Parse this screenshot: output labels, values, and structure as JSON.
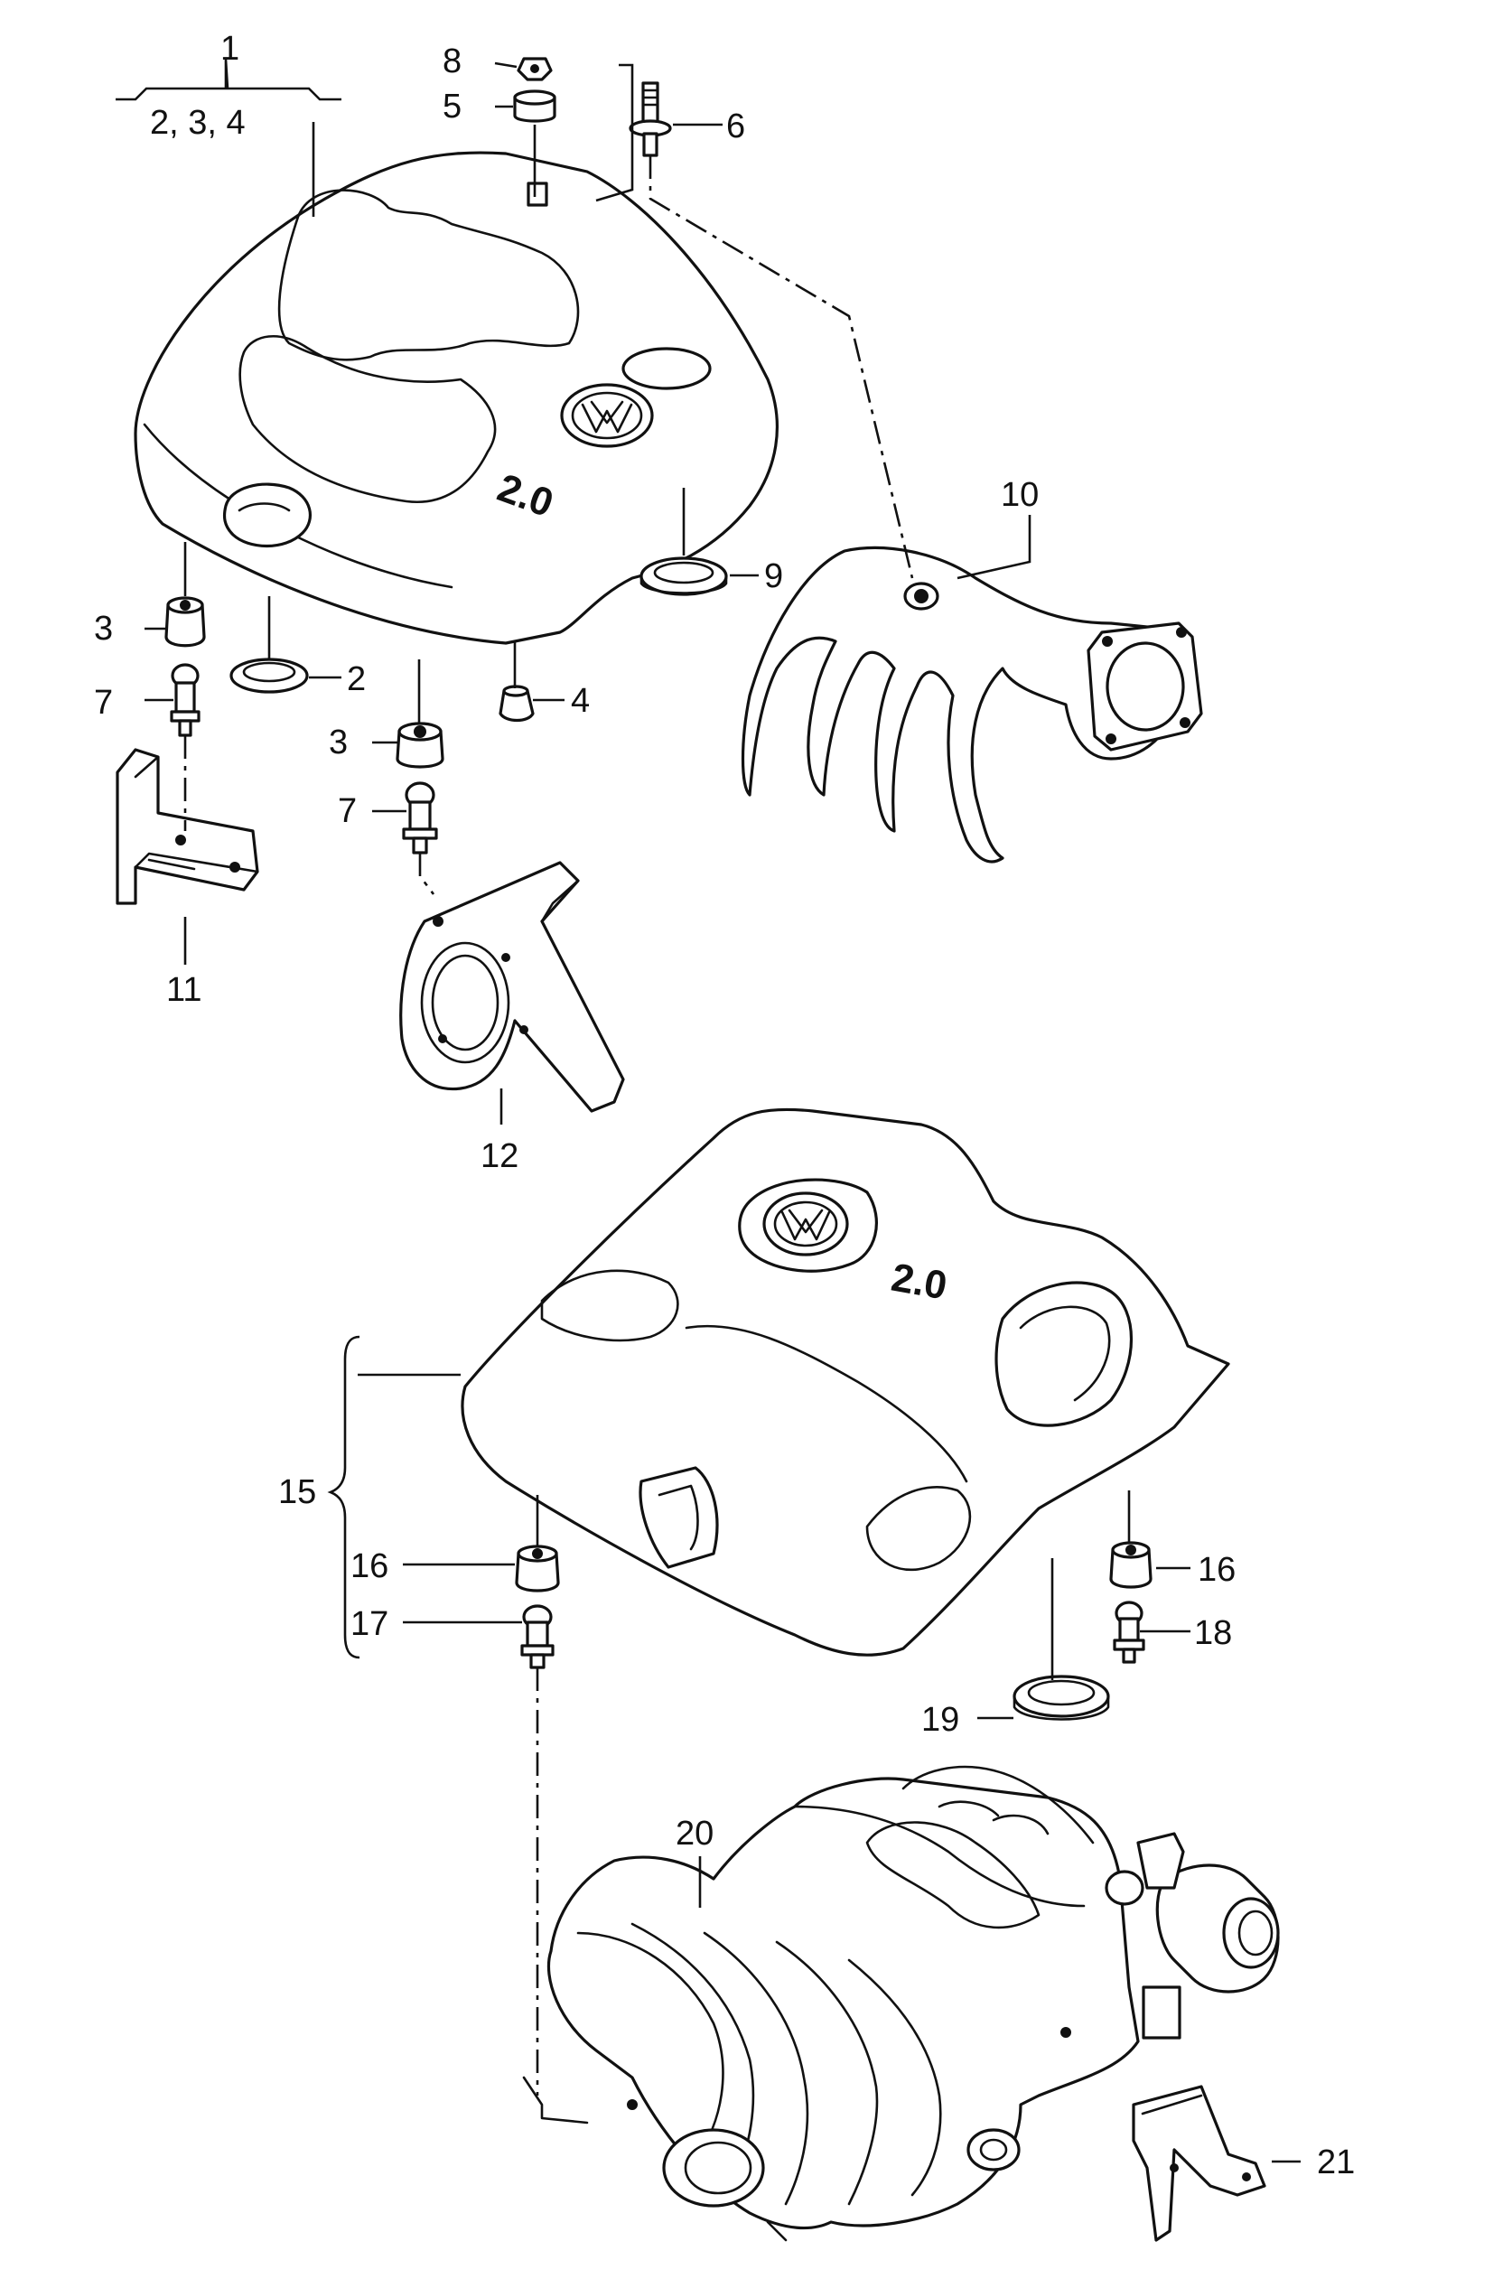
{
  "callouts": {
    "c1": "1",
    "c234": "2, 3, 4",
    "c2": "2",
    "c3a": "3",
    "c3b": "3",
    "c4": "4",
    "c5": "5",
    "c6": "6",
    "c7a": "7",
    "c7b": "7",
    "c8": "8",
    "c9": "9",
    "c10": "10",
    "c11": "11",
    "c12": "12",
    "c15": "15",
    "c16a": "16",
    "c16b": "16",
    "c17": "17",
    "c18": "18",
    "c19": "19",
    "c20": "20",
    "c21": "21"
  },
  "emblems": {
    "displacement_top": "2.0",
    "displacement_bottom": "2.0"
  },
  "colors": {
    "ink": "#111111",
    "paper": "#ffffff"
  }
}
